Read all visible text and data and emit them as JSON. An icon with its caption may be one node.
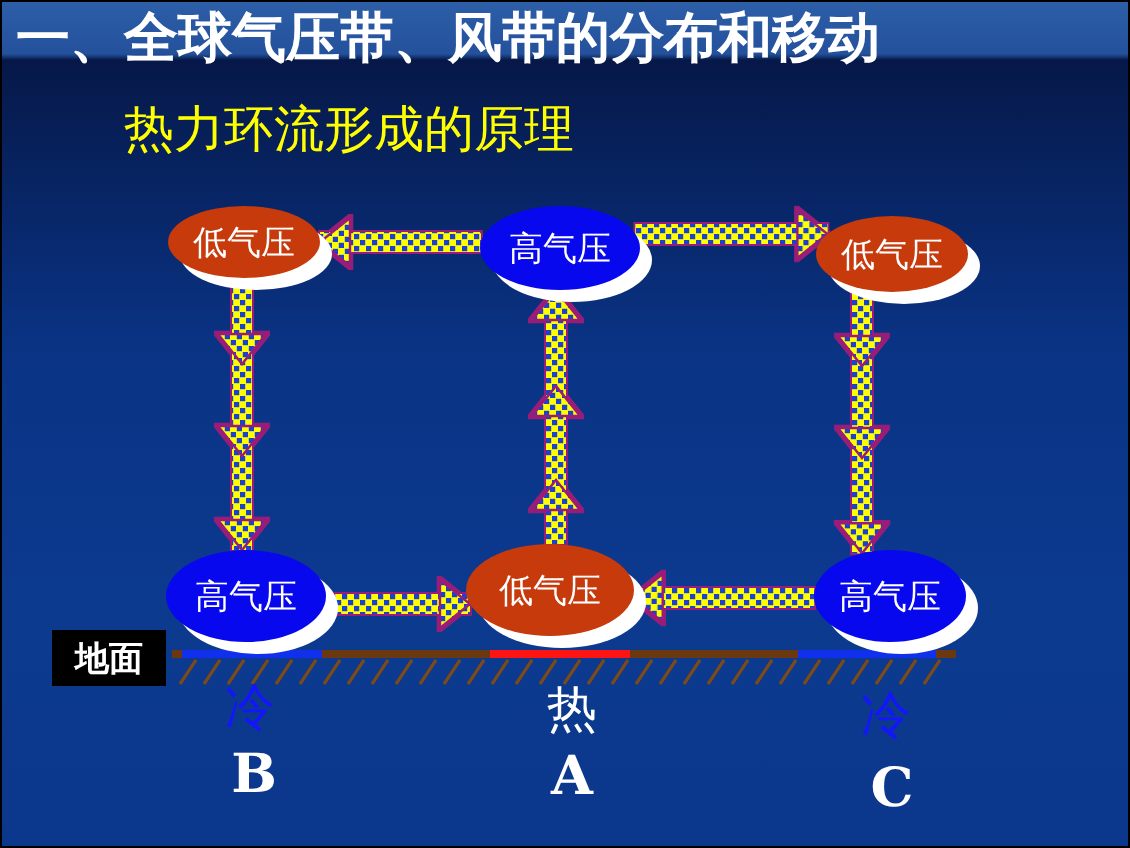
{
  "diagram": {
    "title": "一、全球气压带、风带的分布和移动",
    "nodes": [
      {
        "text": [
          "低气压"
        ]
      },
      {
        "text": [
          "高气压"
        ]
      },
      {
        "text": [
          "低气压"
        ]
      },
      {
        "text": [
          "高气压"
        ]
      },
      {
        "text": [
          "低气压"
        ]
      },
      {
        "text": [
          "高气压"
        ]
      },
      {
        "text": [
          "地面"
        ]
      }
    ],
    "edges": [
      {
        "from": 1,
        "to": 0,
        "arrow": "to"
      },
      {
        "from": 1,
        "to": 2,
        "arrow": "to"
      },
      {
        "from": 0,
        "to": 3,
        "arrow": "to"
      },
      {
        "from": 4,
        "to": 1,
        "arrow": "to"
      },
      {
        "from": 2,
        "to": 5,
        "arrow": "to"
      },
      {
        "from": 3,
        "to": 4,
        "arrow": "to"
      },
      {
        "from": 5,
        "to": 4,
        "arrow": "to"
      }
    ],
    "labels": [
      "热力环流形成的原理",
      "冷",
      "热",
      "冷",
      "B",
      "A",
      "C"
    ]
  }
}
